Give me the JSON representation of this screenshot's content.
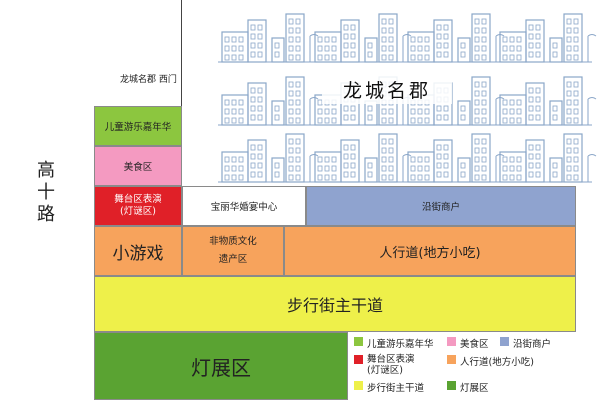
{
  "road": {
    "chars": [
      "高",
      "十",
      "路"
    ]
  },
  "gate": "龙城名郡 西门",
  "title": "龙城名郡",
  "zones": {
    "kids": "儿童游乐嘉年华",
    "food": "美食区",
    "stage_line1": "舞台区表演",
    "stage_line2": "(灯谜区)",
    "wedding": "宝丽华婚宴中心",
    "shops": "沿街商户",
    "games": "小游戏",
    "heritage_line1": "非物质文化",
    "heritage_line2": "遗产区",
    "sidewalk": "人行道(地方小吃)",
    "mainroad": "步行街主干道",
    "lantern": "灯展区"
  },
  "legend": [
    {
      "label": "儿童游乐嘉年华",
      "color": "#8cc63f"
    },
    {
      "label": "美食区",
      "color": "#f49ac1"
    },
    {
      "label": "沿街商户",
      "color": "#8fa3cf"
    },
    {
      "label": "舞台区表演\n(灯谜区)",
      "color": "#e02028"
    },
    {
      "label": "人行道(地方小吃)",
      "color": "#f7a35c"
    },
    {
      "label": "步行街主干道",
      "color": "#eef04a"
    },
    {
      "label": "灯展区",
      "color": "#5aa332"
    }
  ],
  "colors": {
    "kids": "#8cc63f",
    "food": "#f49ac1",
    "stage": "#e02028",
    "shops": "#8fa3cf",
    "orange": "#f7a35c",
    "yellow": "#eef04a",
    "lantern": "#5aa332",
    "building_line": "#8aa6c8"
  }
}
